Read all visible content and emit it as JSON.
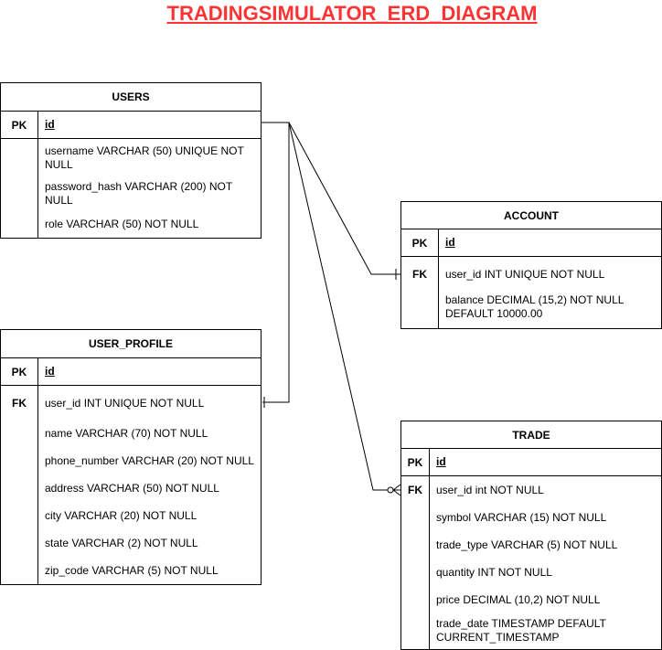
{
  "title": "TRADINGSIMULATOR_ERD_DIAGRAM",
  "labels": {
    "pk": "PK",
    "fk": "FK"
  },
  "users": {
    "name": "USERS",
    "pk_field": "id",
    "fields": [
      "username VARCHAR (50) UNIQUE NOT NULL",
      "password_hash VARCHAR (200) NOT NULL",
      "role VARCHAR (50)  NOT NULL"
    ]
  },
  "user_profile": {
    "name": "USER_PROFILE",
    "pk_field": "id",
    "fk_field": "user_id INT UNIQUE NOT NULL",
    "fields": [
      "name VARCHAR (70) NOT NULL",
      "phone_number VARCHAR (20) NOT NULL",
      "address VARCHAR (50) NOT NULL",
      "city VARCHAR (20) NOT NULL",
      "state VARCHAR (2) NOT NULL",
      "zip_code VARCHAR (5) NOT NULL"
    ]
  },
  "account": {
    "name": "ACCOUNT",
    "pk_field": "id",
    "fk_field": "user_id INT UNIQUE NOT NULL",
    "fields": [
      "balance DECIMAL (15,2) NOT NULL DEFAULT 10000.00"
    ]
  },
  "trade": {
    "name": "TRADE",
    "pk_field": "id",
    "fk_field": "user_id int NOT NULL",
    "fields": [
      "symbol VARCHAR (15) NOT NULL",
      "trade_type VARCHAR (5) NOT NULL",
      "quantity INT NOT NULL",
      "price DECIMAL (10,2) NOT NULL",
      "trade_date TIMESTAMP DEFAULT CURRENT_TIMESTAMP"
    ]
  },
  "colors": {
    "title": "#ff3333",
    "border": "#000000",
    "background": "#ffffff"
  }
}
